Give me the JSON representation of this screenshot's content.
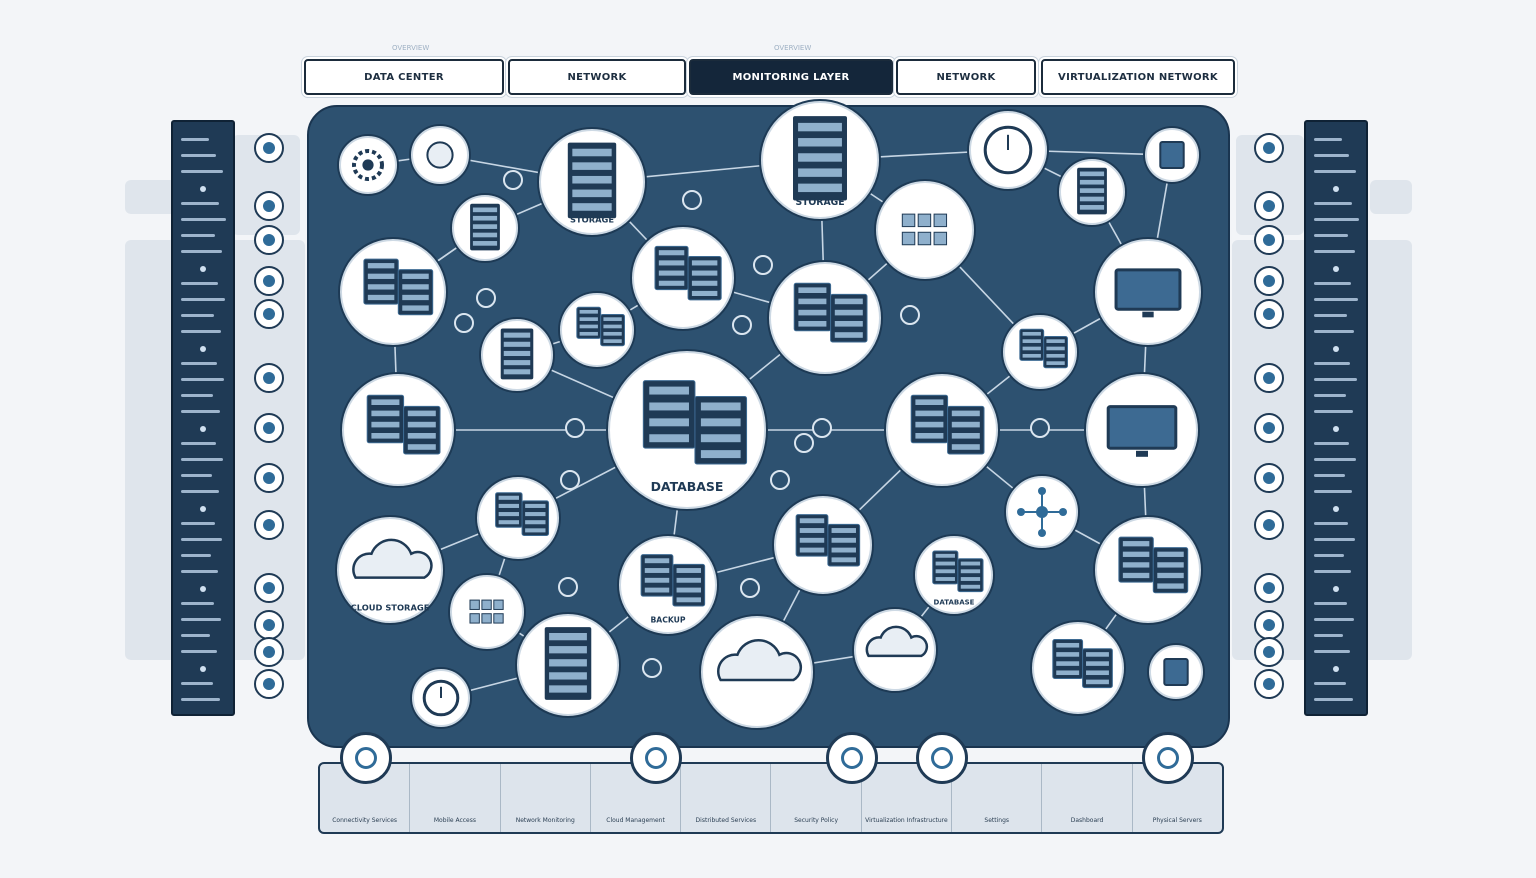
{
  "header": {
    "captions": [
      "OVERVIEW",
      "OVERVIEW"
    ],
    "tabs": [
      {
        "label": "DATA CENTER",
        "active": false
      },
      {
        "label": "NETWORK",
        "active": false
      },
      {
        "label": "MONITORING LAYER",
        "active": true
      },
      {
        "label": "NETWORK",
        "active": false
      },
      {
        "label": "VIRTUALIZATION NETWORK",
        "active": false
      }
    ]
  },
  "diagram": {
    "node_labels": {
      "storage_a": "STORAGE",
      "storage_b": "STORAGE",
      "center": "DATABASE",
      "cloud": "CLOUD STORAGE",
      "backup": "BACKUP",
      "db": "DATABASE"
    }
  },
  "footer": {
    "cells": [
      "Connectivity Services",
      "Mobile Access",
      "Network Monitoring",
      "Cloud Management",
      "Distributed Services",
      "Security Policy",
      "Virtualization Infrastructure",
      "Settings",
      "Dashboard",
      "Physical Servers"
    ]
  },
  "colors": {
    "panel": "#2d5170",
    "dark": "#14263a",
    "node": "#ffffff",
    "accent": "#2f6b98"
  }
}
